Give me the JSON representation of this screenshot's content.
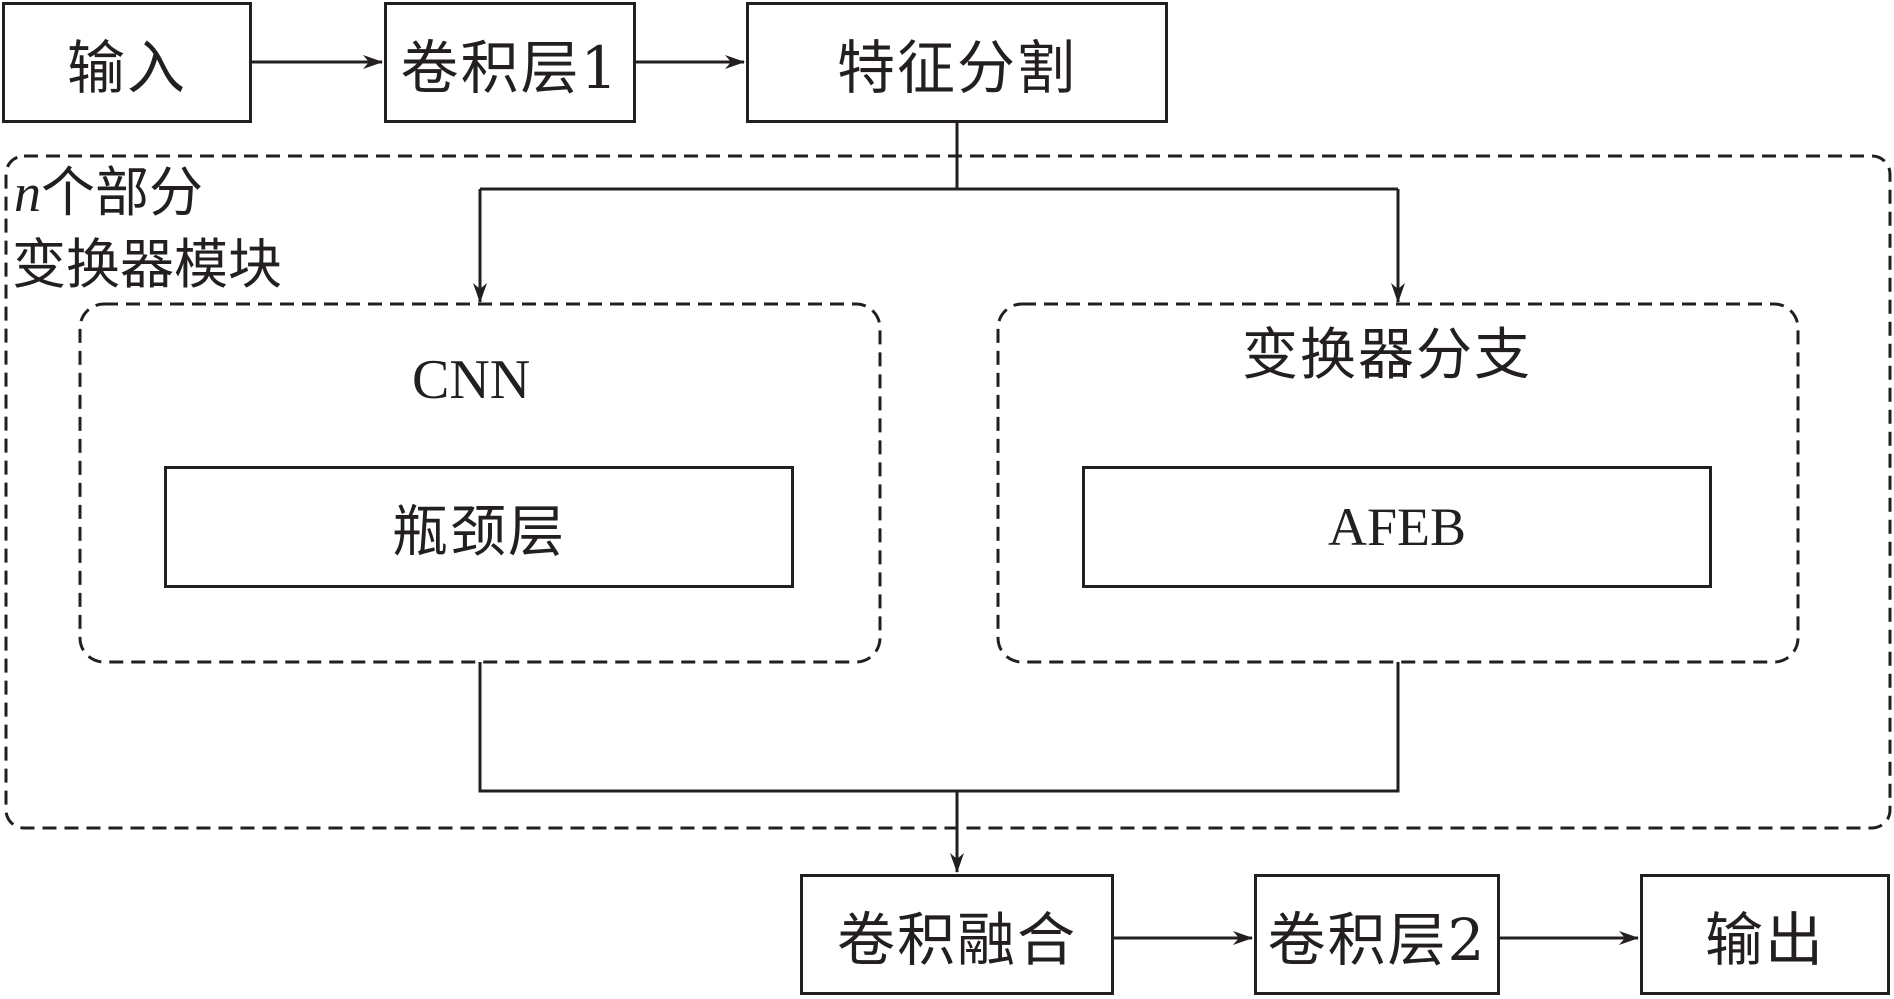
{
  "colors": {
    "ink": "#231f20",
    "background": "#ffffff"
  },
  "top_row": {
    "input": "输入",
    "conv1": "卷积层1",
    "split": "特征分割"
  },
  "module": {
    "label_n": "n",
    "label_line1": "个部分",
    "label_line2": "变换器模块"
  },
  "cnn_branch": {
    "title": "CNN",
    "inner": "瓶颈层"
  },
  "transformer_branch": {
    "title": "变换器分支",
    "inner": "AFEB"
  },
  "bottom_row": {
    "fusion": "卷积融合",
    "conv2": "卷积层2",
    "output": "输出"
  }
}
